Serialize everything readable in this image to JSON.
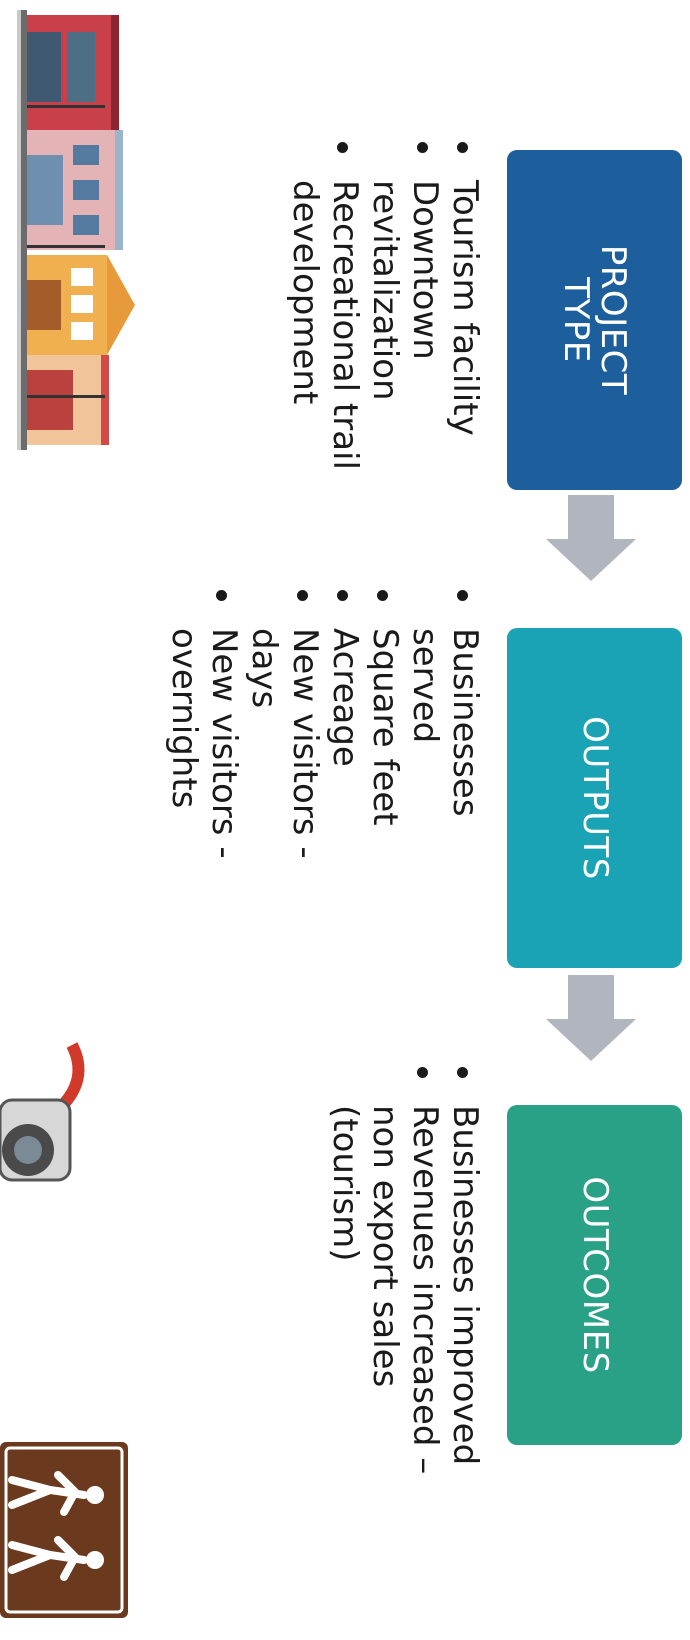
{
  "colors": {
    "project_type": "#1d5f9c",
    "outputs": "#1aa3b4",
    "outcomes": "#28a187",
    "arrow": "#b1b5bd",
    "sign": "#6b3a1e"
  },
  "boxes": {
    "project_type": {
      "line1": "PROJECT",
      "line2": "TYPE"
    },
    "outputs": {
      "label": "OUTPUTS"
    },
    "outcomes": {
      "label": "OUTCOMES"
    }
  },
  "project_type_items": [
    "Tourism facility",
    "Downtown revitalization",
    "Recreational trail development"
  ],
  "outputs_items": [
    "Businesses served",
    "Square feet",
    "Acreage",
    "New visitors - days",
    "New visitors - overnights"
  ],
  "outcomes_items": [
    "Businesses improved",
    "Revenues increased – non export sales (tourism)"
  ],
  "icons": {
    "storefront": "storefront-illustration",
    "camera": "camera-icon",
    "hikers": "hiking-sign-icon"
  }
}
